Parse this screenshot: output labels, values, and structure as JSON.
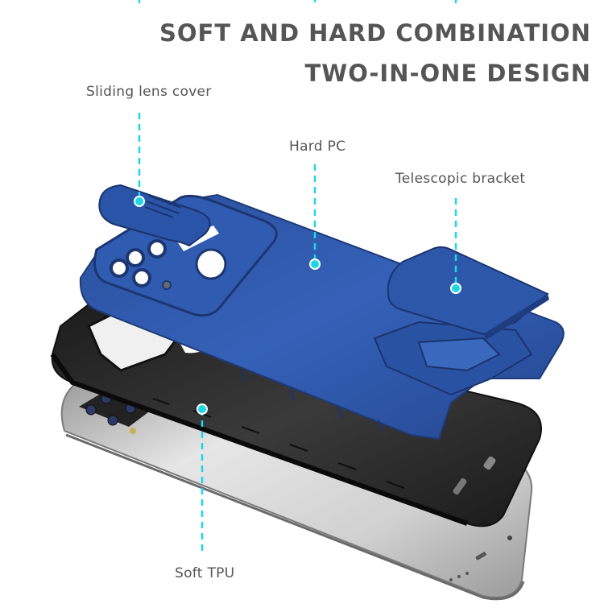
{
  "headline": {
    "line1": "SOFT AND HARD COMBINATION",
    "line2": "TWO-IN-ONE DESIGN"
  },
  "callouts": [
    {
      "id": "sliding-lens-cover",
      "label": "Sliding lens cover",
      "dot": [
        173,
        250
      ]
    },
    {
      "id": "hard-pc",
      "label": "Hard PC",
      "dot": [
        391,
        328
      ]
    },
    {
      "id": "telescopic-bracket",
      "label": "Telescopic bracket",
      "dot": [
        566,
        358
      ]
    },
    {
      "id": "soft-tpu",
      "label": "Soft TPU",
      "dot": [
        251,
        508
      ]
    }
  ],
  "colors": {
    "accent_callout": "#1fd6e6",
    "hard_pc_blue": "#2d57a8",
    "soft_tpu_black": "#2e2e2e",
    "phone_silver": "#c9c9c9",
    "text_gray": "#555555"
  }
}
